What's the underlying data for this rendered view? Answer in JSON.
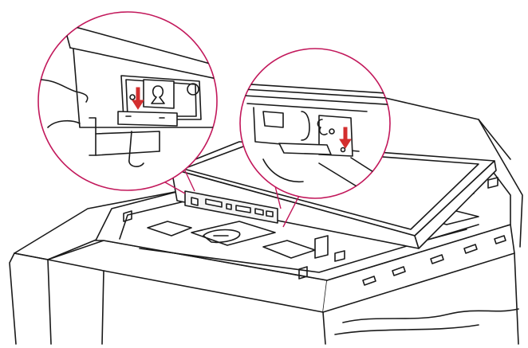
{
  "figure": {
    "line_color": "#1a1a1a",
    "callout_color": "#c2185b",
    "arrow_color": "#d32f2f",
    "callouts": [
      {
        "name": "left-detail",
        "arrow": "down"
      },
      {
        "name": "right-detail",
        "arrow": "down"
      }
    ]
  }
}
